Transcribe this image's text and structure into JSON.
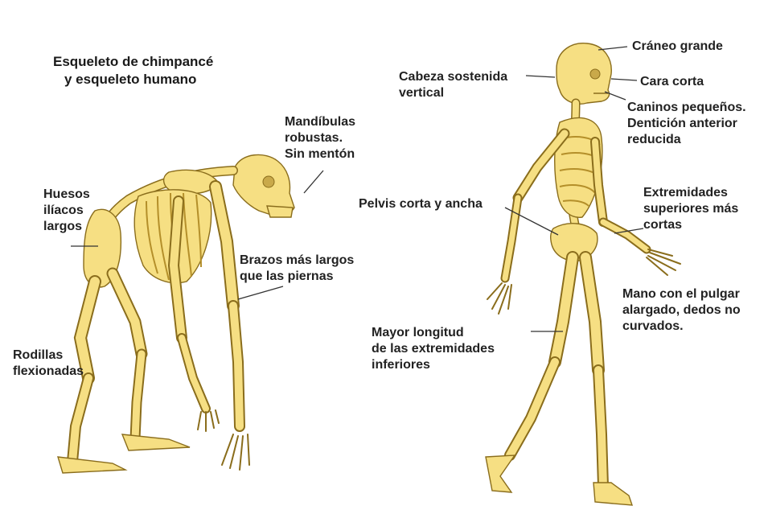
{
  "title": {
    "line1": "Esqueleto de chimpancé",
    "line2": "y esqueleto humano"
  },
  "chimp_labels": {
    "mandibulas": [
      "Mandíbulas",
      "robustas.",
      "Sin mentón"
    ],
    "huesos": [
      "Huesos",
      "ilíacos",
      "largos"
    ],
    "brazos": [
      "Brazos más largos",
      "que las piernas"
    ],
    "rodillas": [
      "Rodillas",
      "flexionadas"
    ]
  },
  "human_labels": {
    "craneo": [
      "Cráneo grande"
    ],
    "cabeza": [
      "Cabeza sostenida",
      "vertical"
    ],
    "cara": [
      "Cara corta"
    ],
    "caninos": [
      "Caninos pequeños.",
      "Dentición anterior",
      "reducida"
    ],
    "pelvis": [
      "Pelvis corta y ancha"
    ],
    "extremidades_sup": [
      "Extremidades",
      "superiores más",
      "cortas"
    ],
    "mano": [
      "Mano con el pulgar",
      "alargado, dedos no",
      "curvados."
    ],
    "mayor": [
      "Mayor longitud",
      "de las extremidades",
      "inferiores"
    ]
  },
  "colors": {
    "bone": "#f6df83",
    "bone_outline": "#8a6d1c",
    "text": "#222222"
  }
}
